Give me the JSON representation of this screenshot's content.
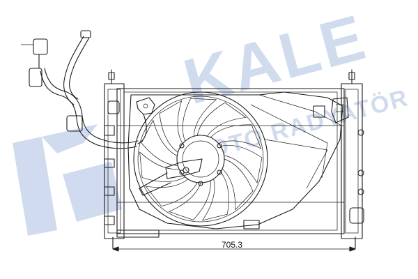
{
  "watermark": {
    "brand": "KALE",
    "sub": "OTO RADYATÖR",
    "color": "#c9d5ec"
  },
  "dimension": {
    "label": "705.3"
  },
  "colors": {
    "line": "#1a1a1a",
    "background": "#ffffff"
  }
}
